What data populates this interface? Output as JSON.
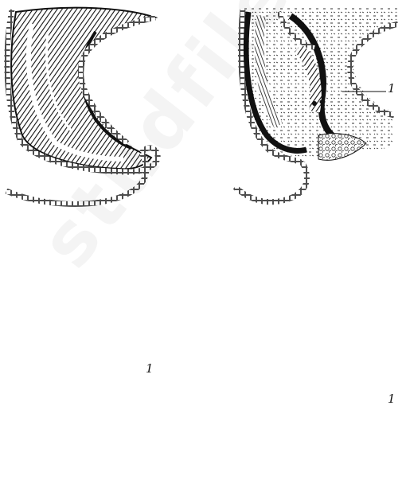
{
  "figure": {
    "panels": [
      {
        "id": "a",
        "label": ""
      },
      {
        "id": "b",
        "label": "1"
      },
      {
        "id": "c",
        "label": "1"
      },
      {
        "id": "d",
        "label": "1"
      }
    ],
    "colors": {
      "ink": "#111111",
      "background": "#ffffff"
    },
    "watermark": "studfiler-fo"
  }
}
